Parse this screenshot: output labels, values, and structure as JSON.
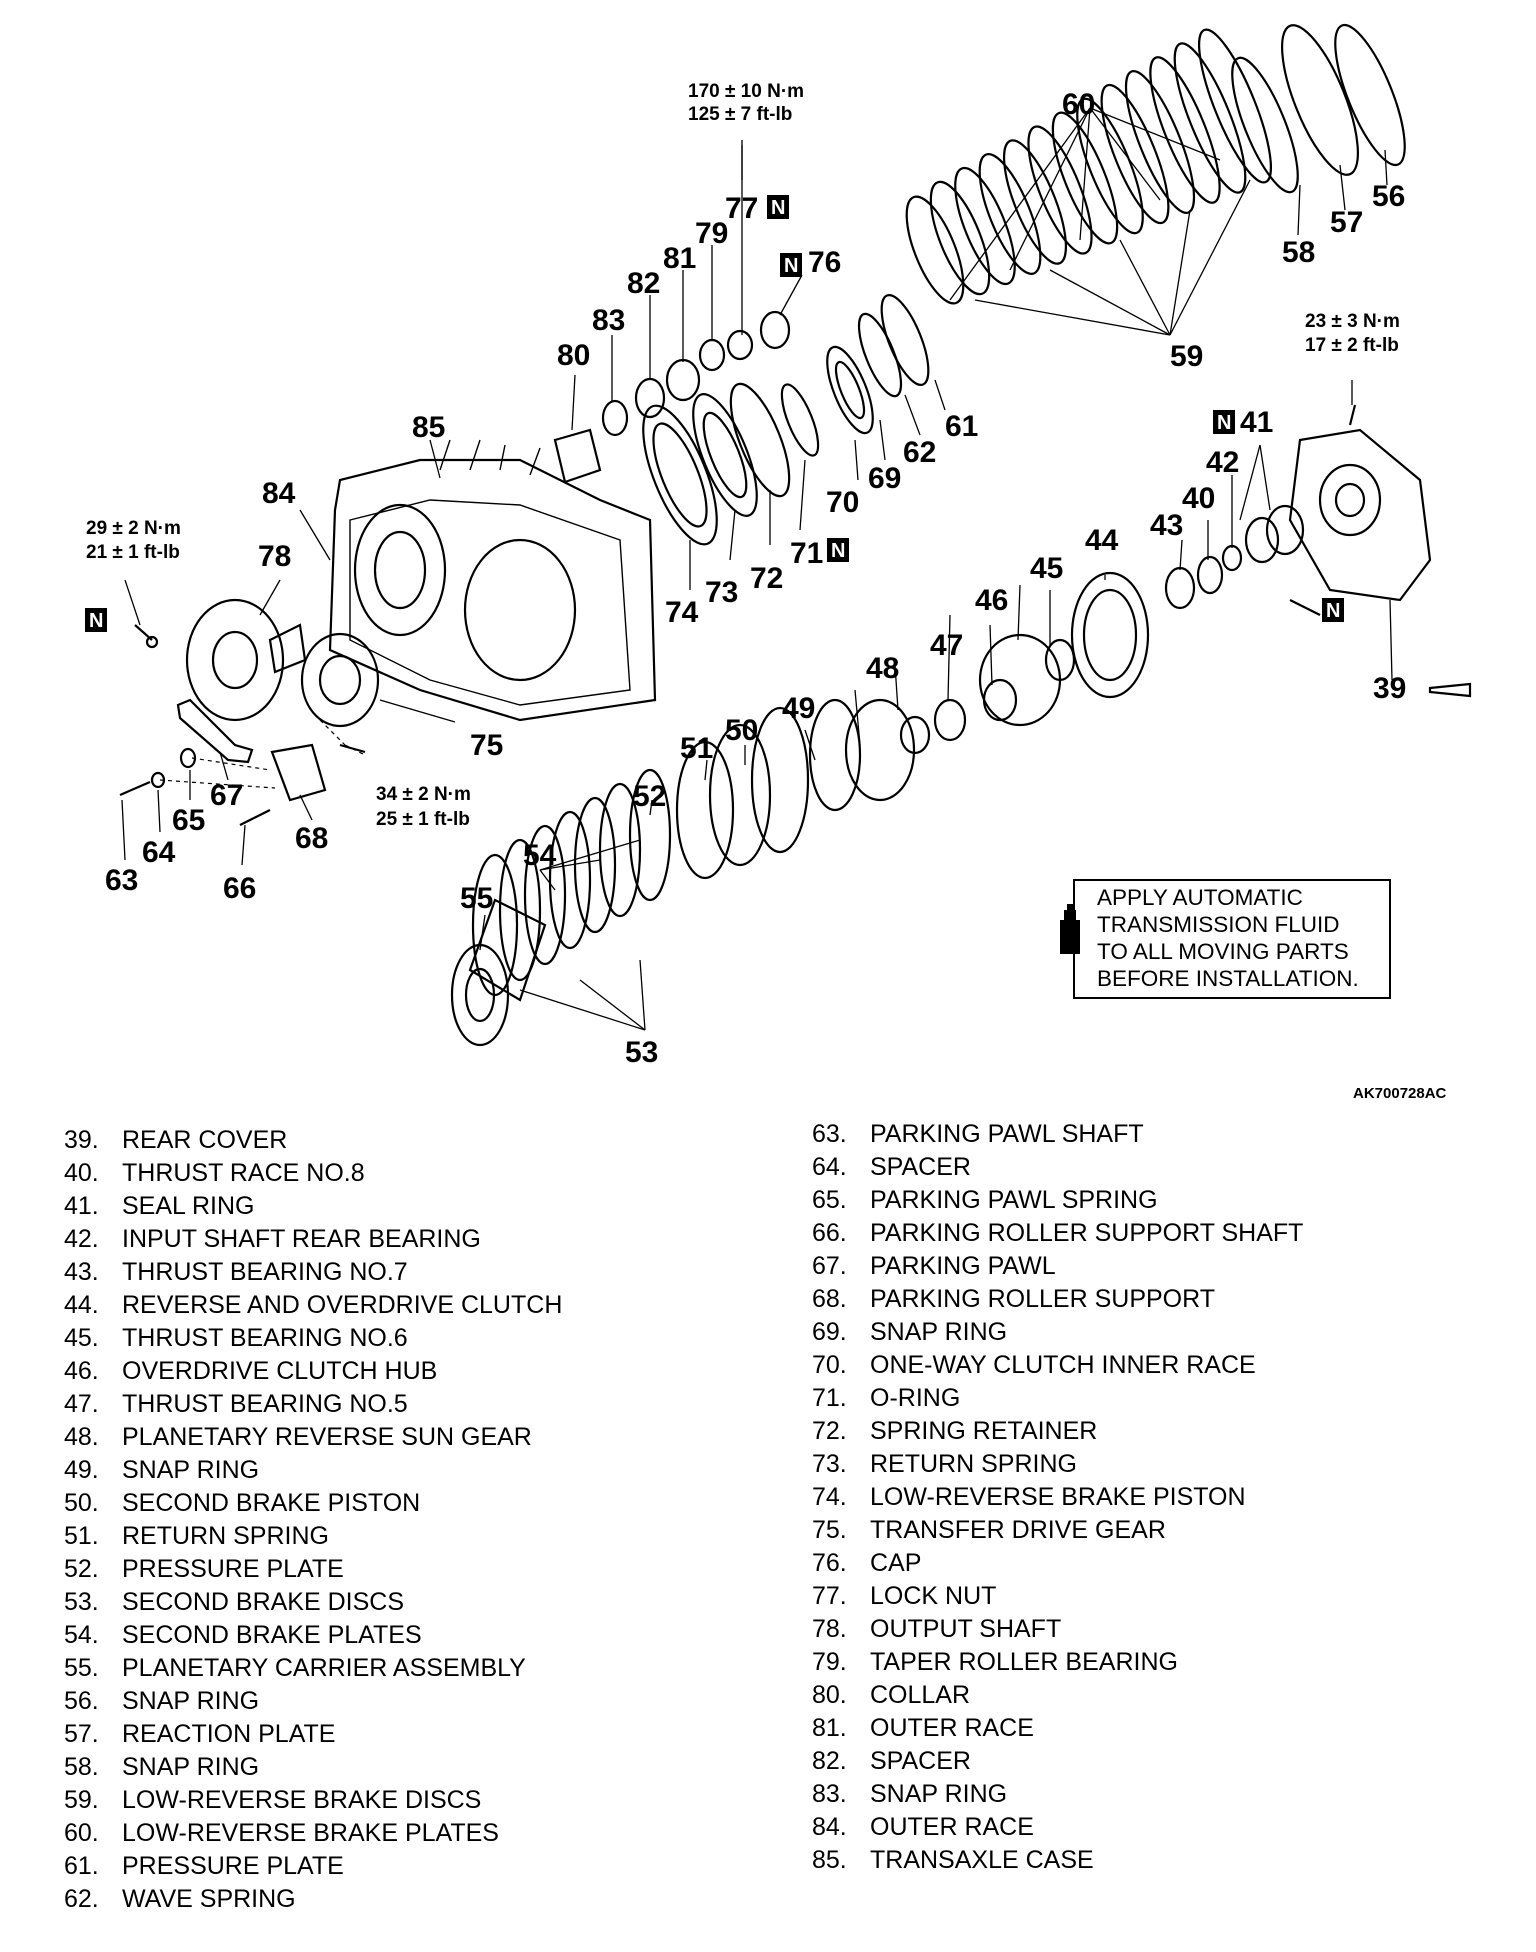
{
  "callouts": {
    "c39": "39",
    "c40": "40",
    "c41": "41",
    "c42": "42",
    "c43": "43",
    "c44": "44",
    "c45": "45",
    "c46": "46",
    "c47": "47",
    "c48": "48",
    "c49": "49",
    "c50": "50",
    "c51": "51",
    "c52": "52",
    "c53": "53",
    "c54": "54",
    "c55": "55",
    "c56": "56",
    "c57": "57",
    "c58": "58",
    "c59": "59",
    "c60": "60",
    "c61": "61",
    "c62": "62",
    "c63": "63",
    "c64": "64",
    "c65": "65",
    "c66": "66",
    "c67": "67",
    "c68": "68",
    "c69": "69",
    "c70": "70",
    "c71": "71",
    "c72": "72",
    "c73": "73",
    "c74": "74",
    "c75": "75",
    "c76": "76",
    "c77": "77",
    "c78": "78",
    "c79": "79",
    "c80": "80",
    "c81": "81",
    "c82": "82",
    "c83": "83",
    "c84": "84",
    "c85": "85"
  },
  "torque": {
    "t77_nm": "170 ± 10 N·m",
    "t77_ft": "125 ± 7 ft-lb",
    "t39_nm": "23 ± 3 N·m",
    "t39_ft": "17 ± 2 ft-lb",
    "t78_nm": "29 ± 2 N·m",
    "t78_ft": "21 ± 1 ft-lb",
    "t75_nm": "34 ± 2 N·m",
    "t75_ft": "25 ± 1 ft-lb"
  },
  "new_part_mark": "N",
  "note": "APPLY AUTOMATIC\nTRANSMISSION FLUID\nTO ALL MOVING PARTS\nBEFORE INSTALLATION.",
  "figure_code": "AK700728AC",
  "legend_left": [
    {
      "num": "39.",
      "name": "REAR COVER"
    },
    {
      "num": "40.",
      "name": "THRUST RACE NO.8"
    },
    {
      "num": "41.",
      "name": "SEAL RING"
    },
    {
      "num": "42.",
      "name": "INPUT SHAFT REAR BEARING"
    },
    {
      "num": "43.",
      "name": "THRUST BEARING NO.7"
    },
    {
      "num": "44.",
      "name": "REVERSE AND OVERDRIVE CLUTCH"
    },
    {
      "num": "45.",
      "name": "THRUST BEARING NO.6"
    },
    {
      "num": "46.",
      "name": "OVERDRIVE CLUTCH HUB"
    },
    {
      "num": "47.",
      "name": "THRUST BEARING NO.5"
    },
    {
      "num": "48.",
      "name": "PLANETARY REVERSE SUN GEAR"
    },
    {
      "num": "49.",
      "name": "SNAP RING"
    },
    {
      "num": "50.",
      "name": "SECOND BRAKE PISTON"
    },
    {
      "num": "51.",
      "name": "RETURN SPRING"
    },
    {
      "num": "52.",
      "name": "PRESSURE PLATE"
    },
    {
      "num": "53.",
      "name": "SECOND BRAKE DISCS"
    },
    {
      "num": "54.",
      "name": "SECOND BRAKE PLATES"
    },
    {
      "num": "55.",
      "name": "PLANETARY CARRIER ASSEMBLY"
    },
    {
      "num": "56.",
      "name": "SNAP RING"
    },
    {
      "num": "57.",
      "name": "REACTION PLATE"
    },
    {
      "num": "58.",
      "name": "SNAP RING"
    },
    {
      "num": "59.",
      "name": "LOW-REVERSE BRAKE DISCS"
    },
    {
      "num": "60.",
      "name": "LOW-REVERSE BRAKE PLATES"
    },
    {
      "num": "61.",
      "name": "PRESSURE PLATE"
    },
    {
      "num": "62.",
      "name": "WAVE SPRING"
    }
  ],
  "legend_right": [
    {
      "num": "63.",
      "name": "PARKING PAWL SHAFT"
    },
    {
      "num": "64.",
      "name": "SPACER"
    },
    {
      "num": "65.",
      "name": "PARKING PAWL SPRING"
    },
    {
      "num": "66.",
      "name": "PARKING ROLLER SUPPORT SHAFT"
    },
    {
      "num": "67.",
      "name": "PARKING PAWL"
    },
    {
      "num": "68.",
      "name": "PARKING ROLLER SUPPORT"
    },
    {
      "num": "69.",
      "name": "SNAP RING"
    },
    {
      "num": "70.",
      "name": "ONE-WAY CLUTCH INNER RACE"
    },
    {
      "num": "71.",
      "name": "O-RING"
    },
    {
      "num": "72.",
      "name": "SPRING RETAINER"
    },
    {
      "num": "73.",
      "name": "RETURN SPRING"
    },
    {
      "num": "74.",
      "name": "LOW-REVERSE BRAKE PISTON"
    },
    {
      "num": "75.",
      "name": "TRANSFER DRIVE GEAR"
    },
    {
      "num": "76.",
      "name": "CAP"
    },
    {
      "num": "77.",
      "name": "LOCK NUT"
    },
    {
      "num": "78.",
      "name": "OUTPUT SHAFT"
    },
    {
      "num": "79.",
      "name": "TAPER ROLLER BEARING"
    },
    {
      "num": "80.",
      "name": "COLLAR"
    },
    {
      "num": "81.",
      "name": "OUTER RACE"
    },
    {
      "num": "82.",
      "name": "SPACER"
    },
    {
      "num": "83.",
      "name": "SNAP RING"
    },
    {
      "num": "84.",
      "name": "OUTER RACE"
    },
    {
      "num": "85.",
      "name": "TRANSAXLE CASE"
    }
  ]
}
